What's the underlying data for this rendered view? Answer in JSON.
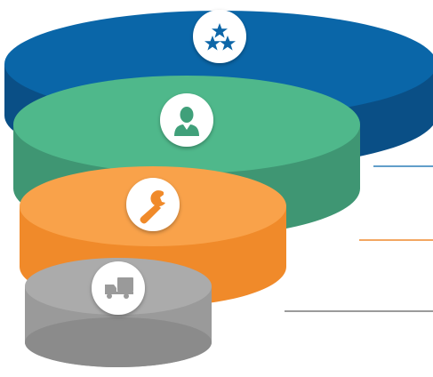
{
  "diagram": {
    "type": "stacked-funnel",
    "levels": [
      {
        "id": "level-1",
        "icon": "three-stars-icon",
        "color_top": "#0a66a8",
        "color_side": "#0a4f86",
        "color_inner": "#0b5a95",
        "line_color": "#2d7fb8"
      },
      {
        "id": "level-2",
        "icon": "person-icon",
        "color_top": "#4fb88b",
        "color_side": "#3f9673",
        "color_inner": "#46a37d",
        "line_color": "#3fa07a"
      },
      {
        "id": "level-3",
        "icon": "wrench-icon",
        "color_top": "#f9a24a",
        "color_side": "#f08a2a",
        "color_inner": "#f39336",
        "line_color": "#ef8a2f"
      },
      {
        "id": "level-4",
        "icon": "truck-icon",
        "color_top": "#a9a9a9",
        "color_side": "#8a8a8a",
        "color_inner": "#999999",
        "line_color": "#7a7a7a"
      }
    ]
  }
}
